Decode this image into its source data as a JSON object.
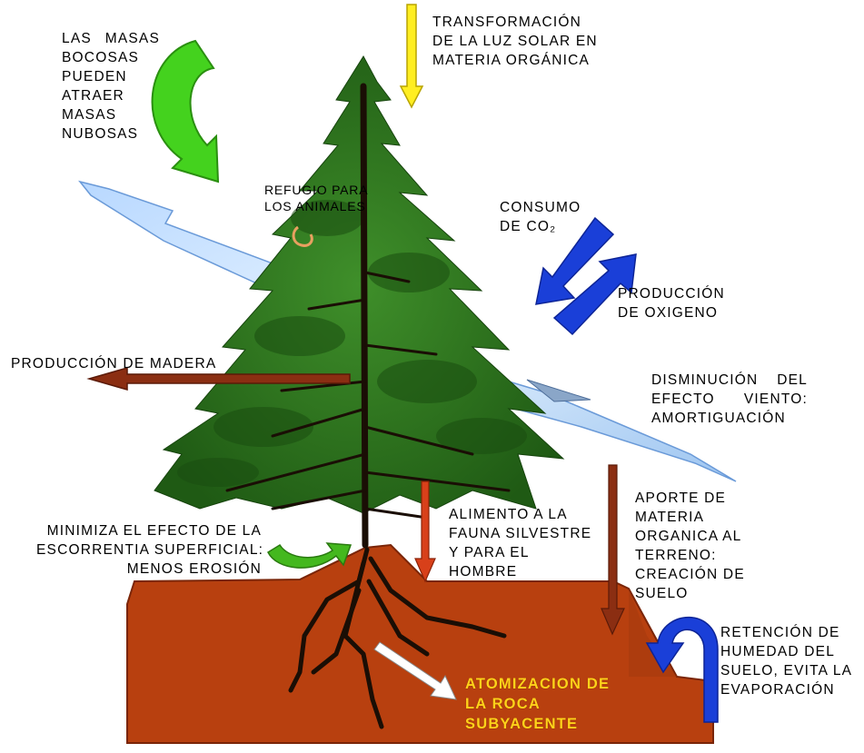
{
  "labels": {
    "nubes": [
      "LAS   MASAS",
      "BOCOSAS",
      "PUEDEN",
      "ATRAER",
      "MASAS",
      "NUBOSAS"
    ],
    "luz": [
      "TRANSFORMACIÓN",
      "DE LA LUZ SOLAR EN",
      "MATERIA ORGÁNICA"
    ],
    "refugio": [
      "REFUGIO PARA",
      "LOS ANIMALES"
    ],
    "co2": [
      "CONSUMO",
      "DE CO₂"
    ],
    "oxigeno": [
      "PRODUCCIÓN",
      "DE OXIGENO"
    ],
    "madera": "PRODUCCIÓN DE MADERA",
    "viento": [
      "DISMINUCIÓN  DEL",
      "EFECTO    VIENTO:",
      "AMORTIGUACIÓN"
    ],
    "alimento": [
      "ALIMENTO A LA",
      "FAUNA SILVESTRE",
      "Y PARA EL",
      "HOMBRE"
    ],
    "aporte": [
      "APORTE DE",
      "MATERIA",
      "ORGANICA AL",
      "TERRENO:",
      "CREACIÓN DE",
      "SUELO"
    ],
    "escorrentia": [
      "MINIMIZA EL EFECTO DE LA",
      "ESCORRENTIA SUPERFICIAL:",
      "MENOS EROSIÓN"
    ],
    "humedad": [
      "RETENCIÓN DE",
      "HUMEDAD DEL",
      "SUELO, EVITA LA",
      "EVAPORACIÓN"
    ],
    "roca": [
      "ATOMIZACION DE",
      "LA ROCA",
      "SUBYACENTE"
    ]
  },
  "colors": {
    "soil": "#b8400f",
    "soil_edge": "#7a2508",
    "foliage": "#2f7a1e",
    "foliage_dark": "#1d5512",
    "trunk": "#1a0e05",
    "green_arrow": "#44d21e",
    "yellow_arrow": "#ffee22",
    "blue_arrow": "#1a3fd8",
    "brown_arrow": "#8b2e12",
    "red_arrow": "#d8401a",
    "wind": "#cfe6ff",
    "roca_text": "#ffd21a"
  }
}
